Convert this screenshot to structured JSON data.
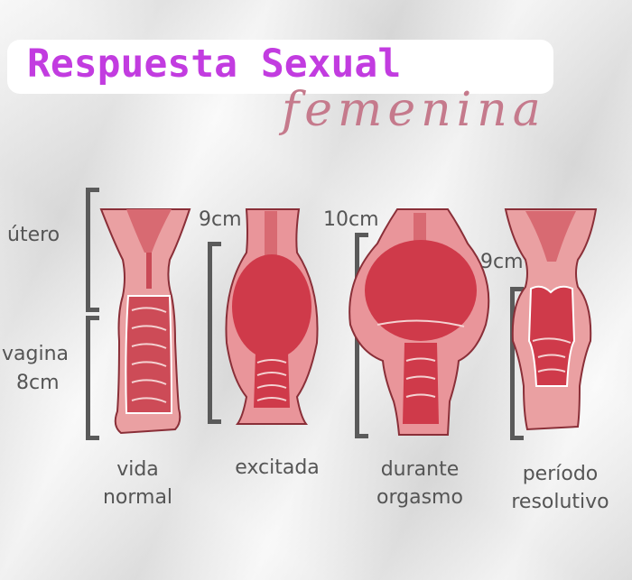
{
  "title": "Respuesta Sexual",
  "subtitle": "femenina",
  "colors": {
    "title": "#c23ce0",
    "subtitle": "#c57a8c",
    "label": "#555555",
    "bracket": "#5a5a5a",
    "tissue_light": "#e8898f",
    "tissue_dark": "#cf3a4a",
    "outline": "#8a2f38"
  },
  "axis_labels": {
    "uterus": "útero",
    "vagina": "vagina",
    "vagina_length": "8cm"
  },
  "stages": [
    {
      "name_line1": "vida",
      "name_line2": "normal",
      "measure": ""
    },
    {
      "name_line1": "excitada",
      "name_line2": "",
      "measure": "9cm"
    },
    {
      "name_line1": "durante",
      "name_line2": "orgasmo",
      "measure": "10cm"
    },
    {
      "name_line1": "período",
      "name_line2": "resolutivo",
      "measure": "9cm"
    }
  ]
}
